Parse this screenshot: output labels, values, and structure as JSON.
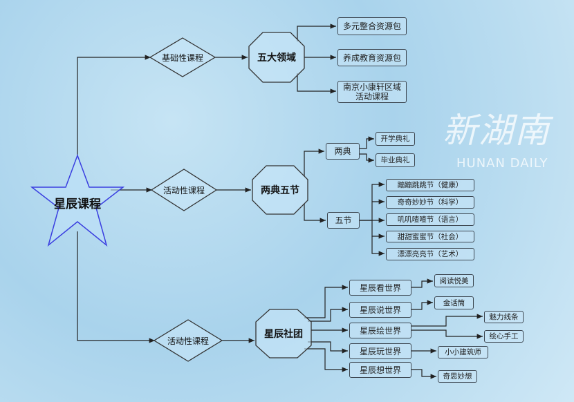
{
  "root": "星辰课程",
  "branches": [
    {
      "label": "基础性课程",
      "hub": "五大领域",
      "items": [
        "多元整合资源包",
        "养成教育资源包",
        "南京小康轩区域活动课程"
      ]
    },
    {
      "label": "活动性课程",
      "hub": "两典五节",
      "liangdian": {
        "label": "两典",
        "items": [
          "开学典礼",
          "毕业典礼"
        ]
      },
      "wujie": {
        "label": "五节",
        "items": [
          "蹦蹦跳跳节（健康）",
          "奇奇妙妙节（科学）",
          "叽叽喳喳节（语言）",
          "甜甜蜜蜜节（社会）",
          "漂漂亮亮节（艺术）"
        ]
      }
    },
    {
      "label": "活动性课程",
      "hub": "星辰社团",
      "clubs": [
        {
          "label": "星辰看世界",
          "items": [
            "阅读悦美"
          ]
        },
        {
          "label": "星辰说世界",
          "items": [
            "金话筒"
          ]
        },
        {
          "label": "星辰绘世界",
          "items": [
            "魅力线条",
            "绘心手工"
          ]
        },
        {
          "label": "星辰玩世界",
          "items": [
            "小小建筑师"
          ]
        },
        {
          "label": "星辰想世界",
          "items": [
            "奇思妙想"
          ]
        }
      ]
    }
  ],
  "watermark": {
    "cn": "新湖南",
    "en": "HUNAN DAILY"
  }
}
